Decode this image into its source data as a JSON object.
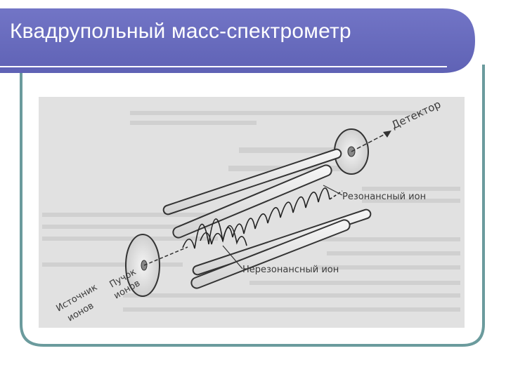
{
  "slide": {
    "title": "Квадрупольный масс-спектрометр",
    "colors": {
      "header_bg": "#6c6fc1",
      "frame_border": "#6b9b9d",
      "title_text": "#ffffff"
    }
  },
  "figure": {
    "labels": {
      "detector": "Детектор",
      "resonant_ion": "Резонансный ион",
      "nonresonant_ion": "Нерезонансный ион",
      "ion_beam_line1": "Пучок",
      "ion_beam_line2": "ионов",
      "ion_source_line1": "Источник",
      "ion_source_line2": "ионов"
    }
  }
}
